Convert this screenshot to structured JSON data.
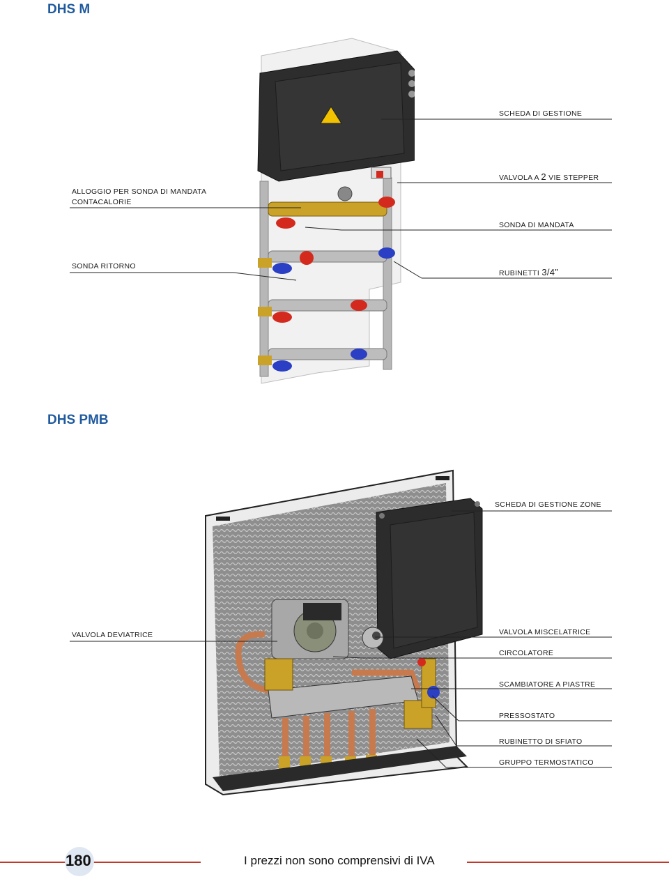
{
  "sections": {
    "dhs_m": {
      "title": "DHS M",
      "labels": {
        "scheda_gestione": "SCHEDA DI GESTIONE",
        "valvola_2vie_pre": "VALVOLA A ",
        "valvola_2vie_num": "2",
        "valvola_2vie_post": " VIE STEPPER",
        "alloggio_line1": "ALLOGGIO PER SONDA DI MANDATA",
        "alloggio_line2": "CONTACALORIE",
        "sonda_mandata": "SONDA DI MANDATA",
        "sonda_ritorno": "SONDA RITORNO",
        "rubinetti_pre": "RUBINETTI ",
        "rubinetti_size": "3/4”"
      }
    },
    "dhs_pmb": {
      "title": "DHS PMB",
      "labels": {
        "scheda_zone": "SCHEDA DI GESTIONE ZONE",
        "valvola_deviatrice": "VALVOLA DEVIATRICE",
        "valvola_miscelatrice": "VALVOLA MISCELATRICE",
        "circolatore": "CIRCOLATORE",
        "scambiatore": "SCAMBIATORE A PIASTRE",
        "pressostato": "PRESSOSTATO",
        "rubinetto_sfiato": "RUBINETTO DI SFIATO",
        "gruppo_termostatico": "GRUPPO TERMOSTATICO"
      }
    }
  },
  "footer": {
    "page_number": "180",
    "note": "I prezzi non sono comprensivi di IVA"
  },
  "colors": {
    "title_blue": "#1f5a9e",
    "footer_red": "#c0392b",
    "brass": "#c9a227",
    "red_cap": "#d42a1e",
    "blue_cap": "#2a3fc4"
  }
}
